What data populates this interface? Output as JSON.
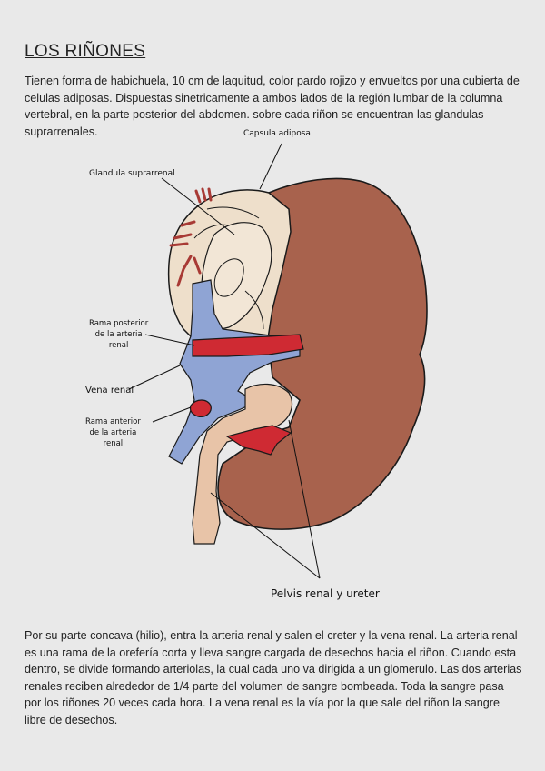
{
  "doc": {
    "title": "LOS RIÑONES",
    "intro": "Tienen forma de habichuela, 10 cm de laquitud, color pardo rojizo y envueltos por una cubierta de celulas adiposas. Dispuestas sinetricamente a ambos lados de la región lumbar de la columna vertebral, en la parte posterior del abdomen. sobre cada riñon se encuentran las glandulas suprarrenales.",
    "outro": "Por su parte concava (hilio), entra la arteria renal y salen el creter y la vena renal. La arteria renal es una rama de la orefería corta y lleva sangre cargada de desechos hacia el riñon. Cuando esta dentro, se divide formando arteriolas, la cual cada uno va dirigida a un glomerulo.  Las dos arterias renales reciben alrededor de 1/4 parte del volumen de sangre bombeada.   Toda la sangre pasa por los riñones 20 veces cada hora. La vena renal es la vía por la que sale del riñon la sangre libre de desechos."
  },
  "labels": {
    "capsula": "Capsula adiposa",
    "glandula": "Glandula suprarrenal",
    "rama_posterior_1": "Rama posterior",
    "rama_posterior_2": "de la arteria",
    "rama_posterior_3": "renal",
    "vena": "Vena renal",
    "rama_anterior_1": "Rama anterior",
    "rama_anterior_2": "de la arteria",
    "rama_anterior_3": "renal",
    "pelvis": "Pelvis renal y ureter"
  },
  "colors": {
    "kidney": "#a8624d",
    "fat": "#eedfcb",
    "artery": "#cf2a33",
    "vein": "#8fa4d4",
    "ureter": "#e8c4a8"
  }
}
